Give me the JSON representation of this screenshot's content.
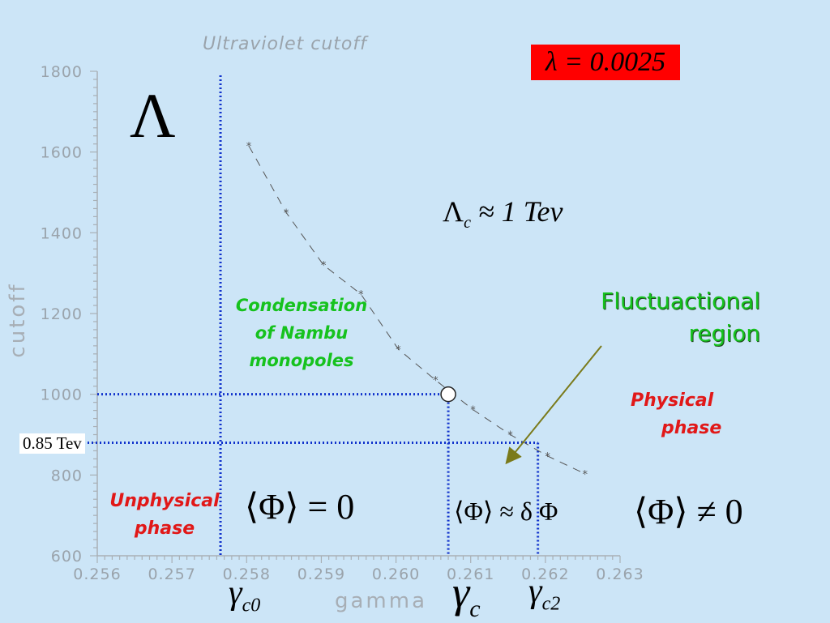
{
  "chart_data": {
    "type": "scatter",
    "title": "Ultraviolet cutoff",
    "xlabel": "gamma",
    "ylabel": "cutoff",
    "xlim": [
      0.256,
      0.263
    ],
    "ylim": [
      600,
      1800
    ],
    "x_ticks": [
      "0.256",
      "0.257",
      "0.258",
      "0.259",
      "0.260",
      "0.261",
      "0.262",
      "0.263"
    ],
    "y_ticks": [
      "600",
      "800",
      "1000",
      "1200",
      "1400",
      "1600",
      "1800"
    ],
    "series": [
      {
        "x": [
          0.25803,
          0.25853,
          0.25903,
          0.25953,
          0.26003,
          0.26053,
          0.26103,
          0.26153,
          0.26203,
          0.26253
        ],
        "y": [
          1615,
          1450,
          1320,
          1248,
          1112,
          1035,
          962,
          900,
          847,
          803
        ]
      }
    ],
    "highlight_point": {
      "x": 0.2607,
      "y": 1000
    },
    "vertical_lines": [
      0.25765,
      0.2607,
      0.2619
    ],
    "horizontal_lines": [
      1000,
      880
    ],
    "grid": false
  },
  "annotations": {
    "lambda_box": "λ = 0.0025",
    "cutoff_symbol": "Λ",
    "lambda_c_main": "Λ",
    "lambda_c_sub": "c",
    "lambda_c_rest": "≈ 1 Tev",
    "condensation": [
      "Condensation",
      "of Nambu",
      "monopoles"
    ],
    "fluctuational": [
      "Fluctuactional",
      "region"
    ],
    "physical": [
      "Physical",
      "phase"
    ],
    "unphysical": [
      "Unphysical",
      "phase"
    ],
    "y_marker_label": "0.85 Tev",
    "phi_zero": "⟨Φ⟩ = 0",
    "phi_approx": "⟨Φ⟩ ≈ δ Φ",
    "phi_nonzero": "⟨Φ⟩ ≠ 0",
    "gamma_c0": {
      "main": "γ",
      "sub": "c0"
    },
    "gamma_c": {
      "main": "γ",
      "sub": "c"
    },
    "gamma_c2": {
      "main": "γ",
      "sub": "c2"
    }
  },
  "colors": {
    "background": "#cce5f7",
    "guide_lines": "#1133cc",
    "dash_curve": "#555555",
    "arrow": "#7a7a1a",
    "box_fill": "#ff0000",
    "green_text": "#16c21e",
    "red_text": "#e11818"
  }
}
